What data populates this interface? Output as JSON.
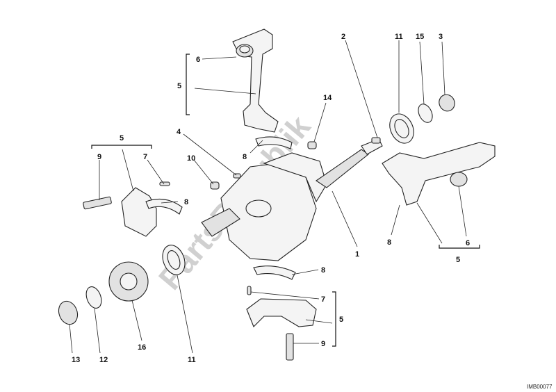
{
  "watermark": "PartsRepublik",
  "image_code": "IMB00077",
  "labels": {
    "l6a": "6",
    "l5a": "5",
    "l2": "2",
    "l11a": "11",
    "l15": "15",
    "l3": "3",
    "l14": "14",
    "l4": "4",
    "l8a": "8",
    "l10": "10",
    "l5b": "5",
    "l9a": "9",
    "l7a": "7",
    "l8b": "8",
    "l1": "1",
    "l8c": "8",
    "l6b": "6",
    "l5c": "5",
    "l8d": "8",
    "l7b": "7",
    "l5d": "5",
    "l9b": "9",
    "l13": "13",
    "l12": "12",
    "l16": "16",
    "l11b": "11"
  }
}
